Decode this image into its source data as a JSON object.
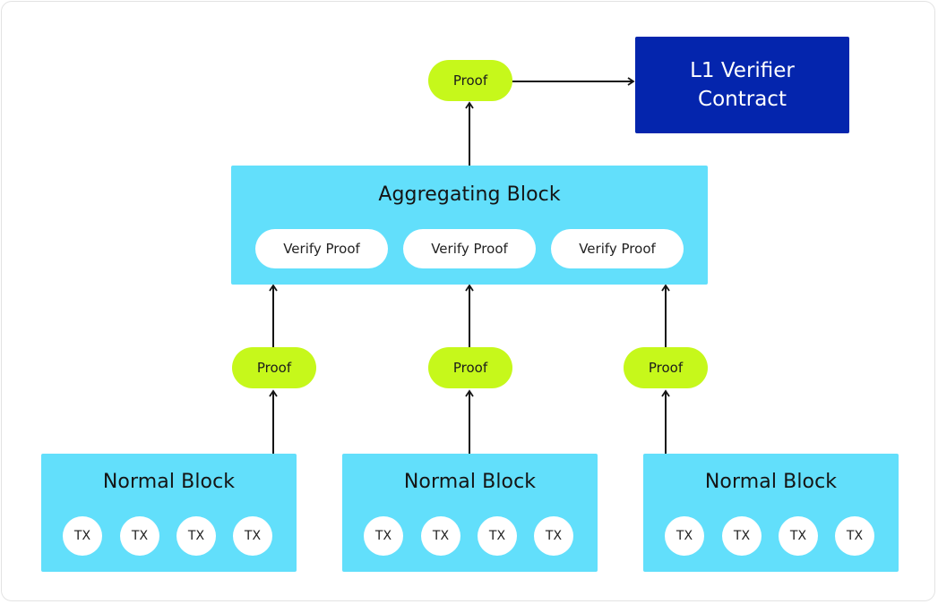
{
  "aggregating_block": {
    "title": "Aggregating Block",
    "verify_items": [
      "Verify Proof",
      "Verify Proof",
      "Verify Proof"
    ]
  },
  "normal_blocks": [
    {
      "title": "Normal Block",
      "txs": [
        "TX",
        "TX",
        "TX",
        "TX"
      ]
    },
    {
      "title": "Normal Block",
      "txs": [
        "TX",
        "TX",
        "TX",
        "TX"
      ]
    },
    {
      "title": "Normal Block",
      "txs": [
        "TX",
        "TX",
        "TX",
        "TX"
      ]
    }
  ],
  "proofs": {
    "top": "Proof",
    "middle": [
      "Proof",
      "Proof",
      "Proof"
    ]
  },
  "l1_verifier": {
    "line1": "L1 Verifier",
    "line2": "Contract"
  },
  "colors": {
    "block": "#62dffb",
    "proof": "#c6f81b",
    "verifier": "#0425ad",
    "arrow": "#141414"
  }
}
